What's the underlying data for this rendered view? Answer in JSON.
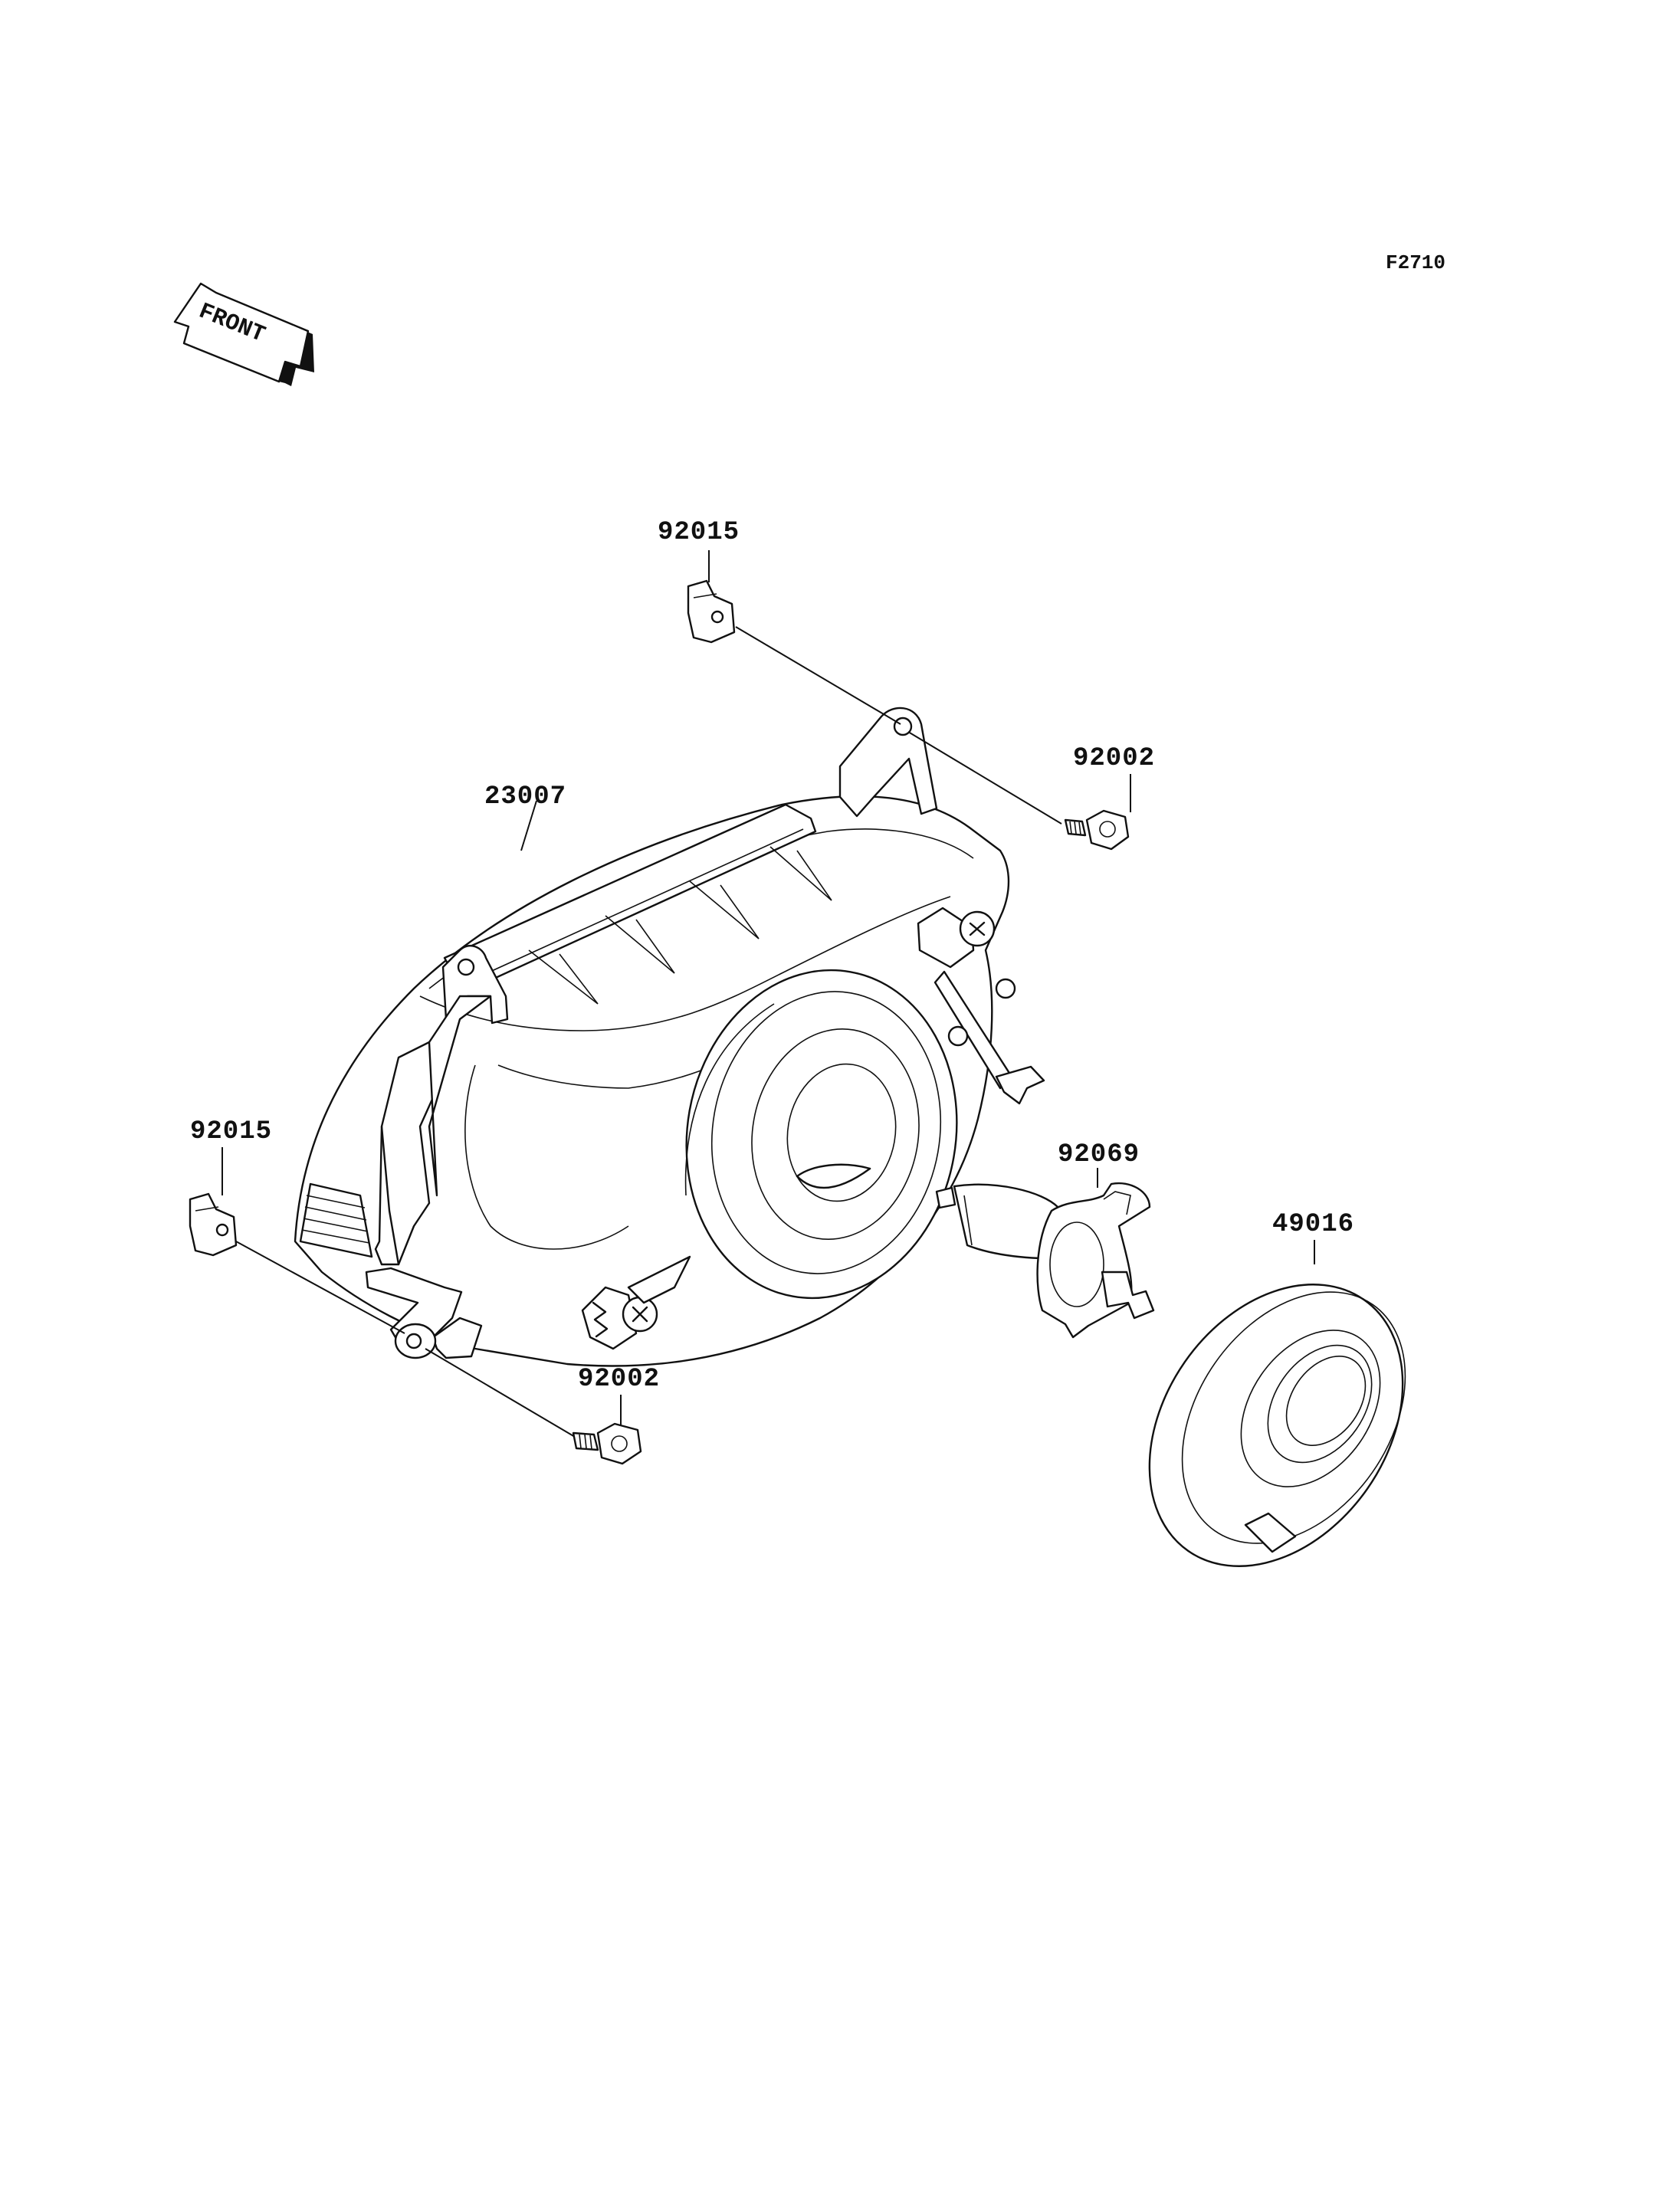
{
  "diagram_code": "F2710",
  "front_indicator": {
    "text": "FRONT",
    "icon": "front-arrow-icon"
  },
  "parts": [
    {
      "id": "p1",
      "number": "92015"
    },
    {
      "id": "p2",
      "number": "92002"
    },
    {
      "id": "p3",
      "number": "23007"
    },
    {
      "id": "p4",
      "number": "92015"
    },
    {
      "id": "p5",
      "number": "92069"
    },
    {
      "id": "p6",
      "number": "49016"
    },
    {
      "id": "p7",
      "number": "92002"
    }
  ]
}
